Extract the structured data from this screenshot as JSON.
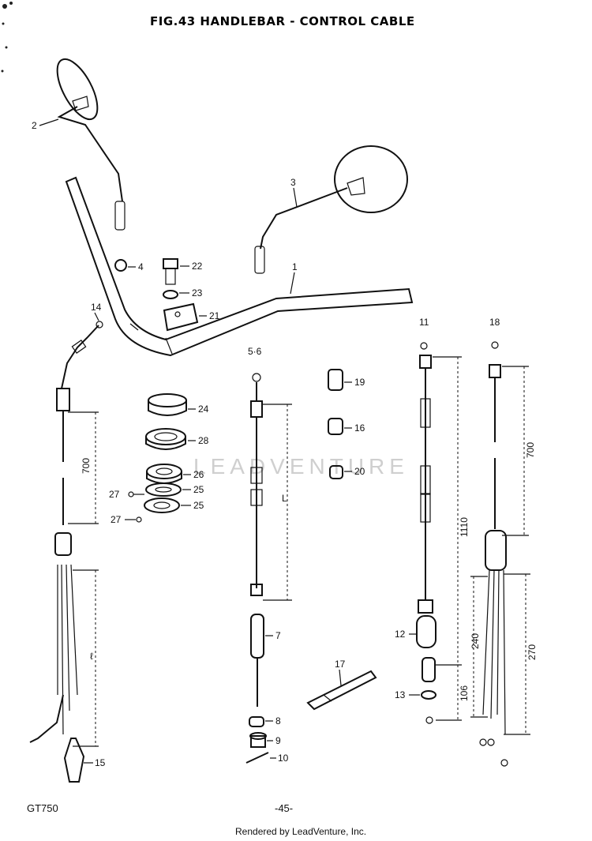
{
  "title": "FIG.43  HANDLEBAR - CONTROL CABLE",
  "watermark": "LEADVENTURE",
  "footer": {
    "model": "GT750",
    "page": "-45-",
    "credit": "Rendered by LeadVenture, Inc."
  },
  "callouts": {
    "c1": "1",
    "c2": "2",
    "c3": "3",
    "c4": "4",
    "c5_6": "5·6",
    "c7": "7",
    "c8": "8",
    "c9": "9",
    "c10": "10",
    "c11": "11",
    "c12": "12",
    "c13": "13",
    "c14": "14",
    "c15": "15",
    "c16": "16",
    "c17": "17",
    "c18": "18",
    "c19": "19",
    "c20": "20",
    "c21": "21",
    "c22": "22",
    "c23": "23",
    "c24": "24",
    "c25a": "25",
    "c25b": "25",
    "c26": "26",
    "c27a": "27",
    "c27b": "27",
    "c28": "28"
  },
  "dimensions": {
    "clutch_700": "700",
    "clutch_l": "ℓ",
    "throttle_l": "L",
    "cable11_1110": "1110",
    "cable11_106": "106",
    "cable18_700": "700",
    "cable18_240": "240",
    "cable18_270": "270"
  }
}
